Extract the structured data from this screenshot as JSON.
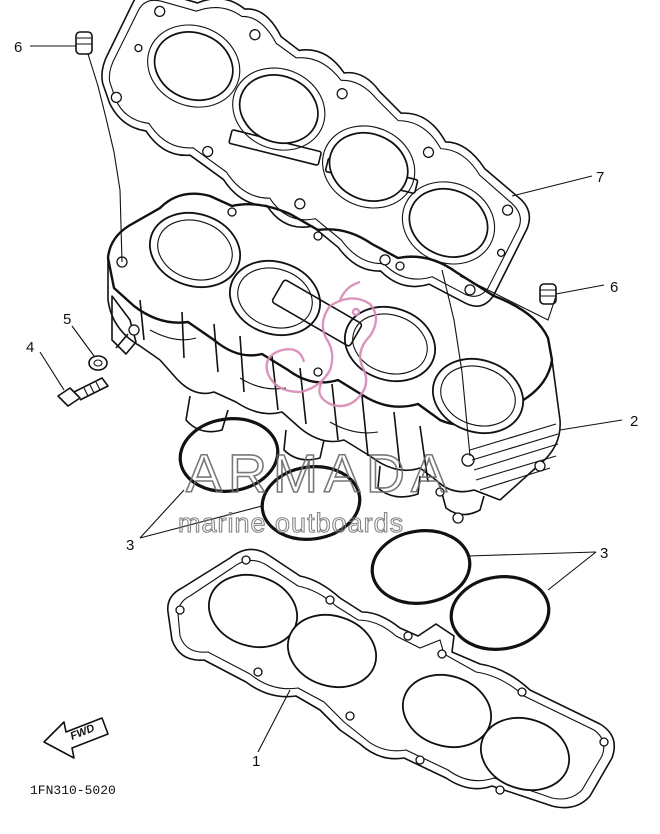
{
  "diagram": {
    "part_number": "1FN310-5020",
    "fwd_label": "FWD",
    "callouts": [
      "6",
      "7",
      "6",
      "5",
      "4",
      "2",
      "3",
      "3",
      "1"
    ]
  },
  "watermark": {
    "brand": "ARMADA",
    "tagline": "marine outboards",
    "accent_color": "#d88ab5"
  },
  "colors": {
    "line": "#111111",
    "background": "#ffffff"
  }
}
